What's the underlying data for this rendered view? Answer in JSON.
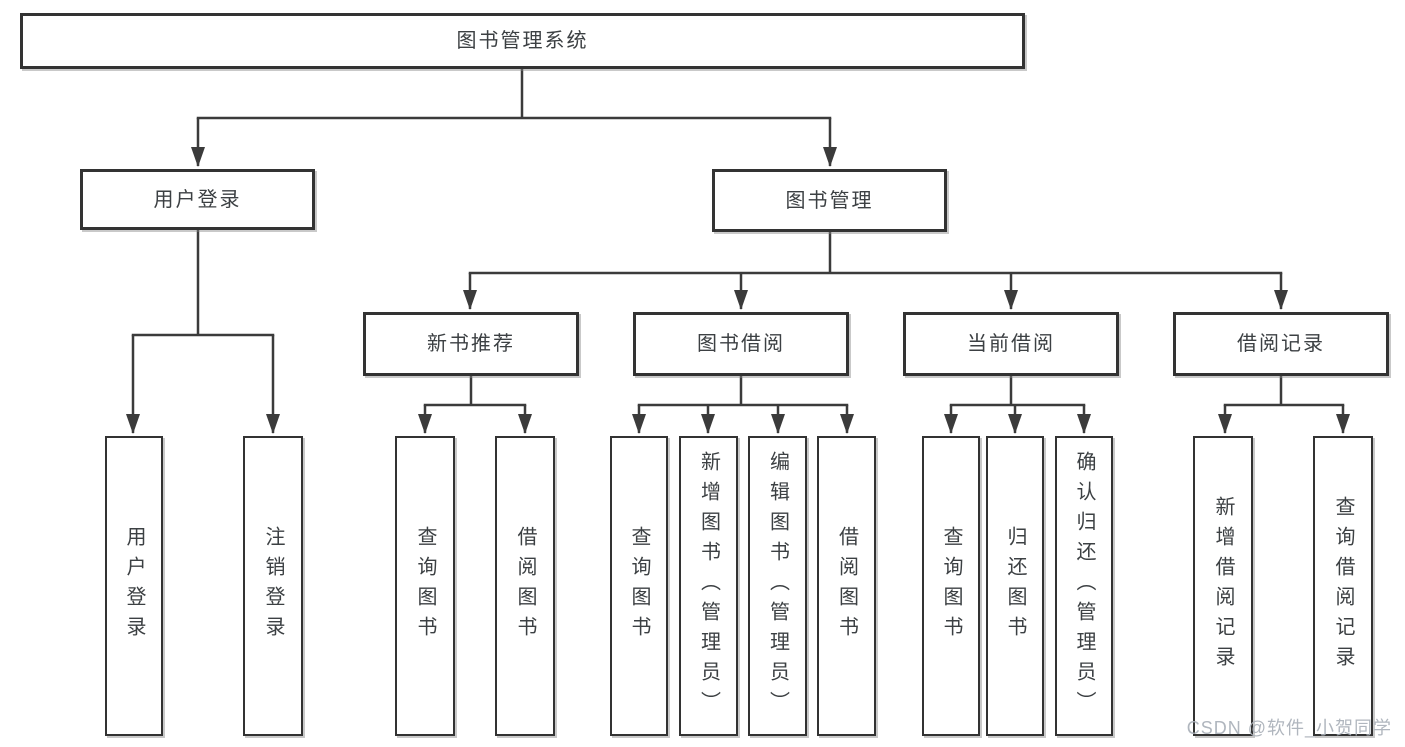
{
  "diagram": {
    "type": "hierarchy-tree",
    "title": "图书管理系统",
    "colors": {
      "background": "#ffffff",
      "box_border": "#333333",
      "connector_line": "#3b3b3b",
      "text": "#3c4043",
      "watermark_text": "#acb2bb"
    },
    "nodes": {
      "root": {
        "label": "图书管理系统"
      },
      "user_login": {
        "label": "用户登录"
      },
      "book_mgmt": {
        "label": "图书管理"
      },
      "new_book_rec": {
        "label": "新书推荐"
      },
      "book_borrow": {
        "label": "图书借阅"
      },
      "current_borrow": {
        "label": "当前借阅"
      },
      "borrow_records": {
        "label": "借阅记录"
      },
      "ul_user_login": {
        "label": "用户登录"
      },
      "ul_logout": {
        "label": "注销登录"
      },
      "nb_query": {
        "label": "查询图书"
      },
      "nb_borrow": {
        "label": "借阅图书"
      },
      "bb_query": {
        "label": "查询图书"
      },
      "bb_add": {
        "label": "新增图书（管理员）"
      },
      "bb_edit": {
        "label": "编辑图书（管理员）"
      },
      "bb_borrow": {
        "label": "借阅图书"
      },
      "cb_query": {
        "label": "查询图书"
      },
      "cb_return": {
        "label": "归还图书"
      },
      "cb_confirm": {
        "label": "确认归还（管理员）"
      },
      "br_add": {
        "label": "新增借阅记录"
      },
      "br_query": {
        "label": "查询借阅记录"
      }
    },
    "hierarchy": {
      "图书管理系统": {
        "用户登录": [
          "用户登录",
          "注销登录"
        ],
        "图书管理": {
          "新书推荐": [
            "查询图书",
            "借阅图书"
          ],
          "图书借阅": [
            "查询图书",
            "新增图书（管理员）",
            "编辑图书（管理员）",
            "借阅图书"
          ],
          "当前借阅": [
            "查询图书",
            "归还图书",
            "确认归还（管理员）"
          ],
          "借阅记录": [
            "新增借阅记录",
            "查询借阅记录"
          ]
        }
      }
    },
    "watermark": "CSDN @软件_小贺同学"
  }
}
